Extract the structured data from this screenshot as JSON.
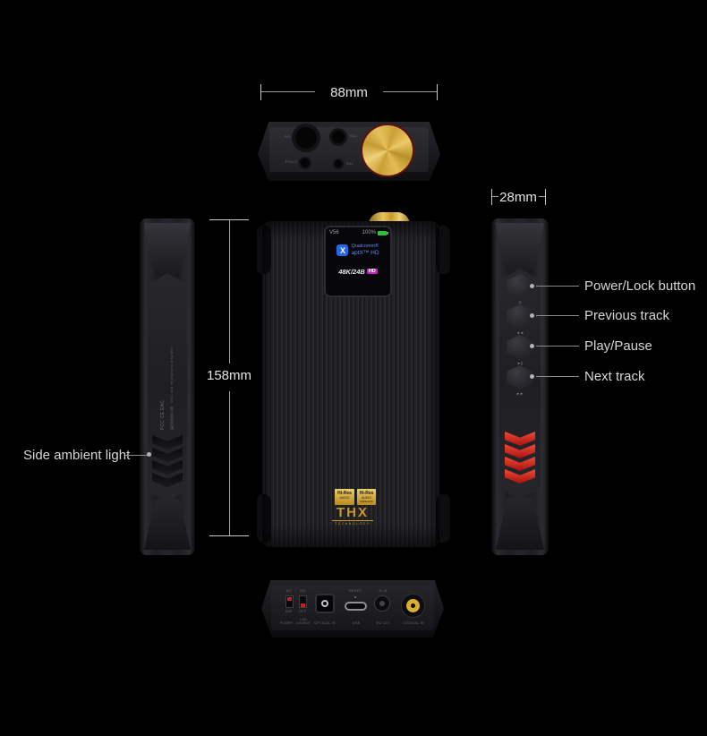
{
  "dimensions": {
    "width": "88mm",
    "depth": "28mm",
    "height": "158mm"
  },
  "callouts": {
    "side_ambient_light": "Side ambient light",
    "right": [
      {
        "label": "Power/Lock button"
      },
      {
        "label": "Previous track"
      },
      {
        "label": "Play/Pause"
      },
      {
        "label": "Next track"
      }
    ]
  },
  "side_buttons": {
    "power_glyph": "⊙",
    "prev_glyph": "◄◄",
    "play_glyph": "►∥",
    "next_glyph": "►►"
  },
  "screen": {
    "volume": "V56",
    "battery": "100%",
    "codec_x": "X",
    "codec_brand": "Qualcomm®",
    "codec_name": "aptX™ HD",
    "format": "48K/24B",
    "format_badge": "HD"
  },
  "front_badges": {
    "hires_top": "Hi-Res",
    "hires_bottom": "AUDIO",
    "hires_w_top": "Hi-Res",
    "hires_w_mid": "AUDIO",
    "hires_w_bottom": "WIRELESS",
    "thx": "THX",
    "thx_sub": "TECHNOLOGY"
  },
  "top_panel": {
    "jack_635": "PO",
    "jack_44": "BAL",
    "jack_35": "PO/LO",
    "jack_25": "BAL"
  },
  "bottom_panel": {
    "sw1_top": "DC",
    "sw1_bottom": "BAT",
    "sw1_name": "POWER",
    "sw2_top": "ON",
    "sw2_bottom": "OFF",
    "sw2_name": "USB CHARGE",
    "optical": "OPTICAL IN",
    "reset": "RESET",
    "usb": "USB",
    "dc_icon": "⊖–⊕",
    "dc": "DC 12V",
    "coaxial": "COAXIAL IN"
  },
  "side_panel": {
    "regulatory": "解码耳放大器 · DAC and Headphone Amplifier",
    "marks": "FCC  CE  EAC"
  },
  "colors": {
    "background": "#000000",
    "gold": "#d9aa2e",
    "chevron_red": "#d42a2a",
    "label": "#d6d6d6",
    "aptx_blue": "#5b8cf0",
    "battery_green": "#2fbf3f",
    "badge_magenta": "#bb24bf"
  }
}
